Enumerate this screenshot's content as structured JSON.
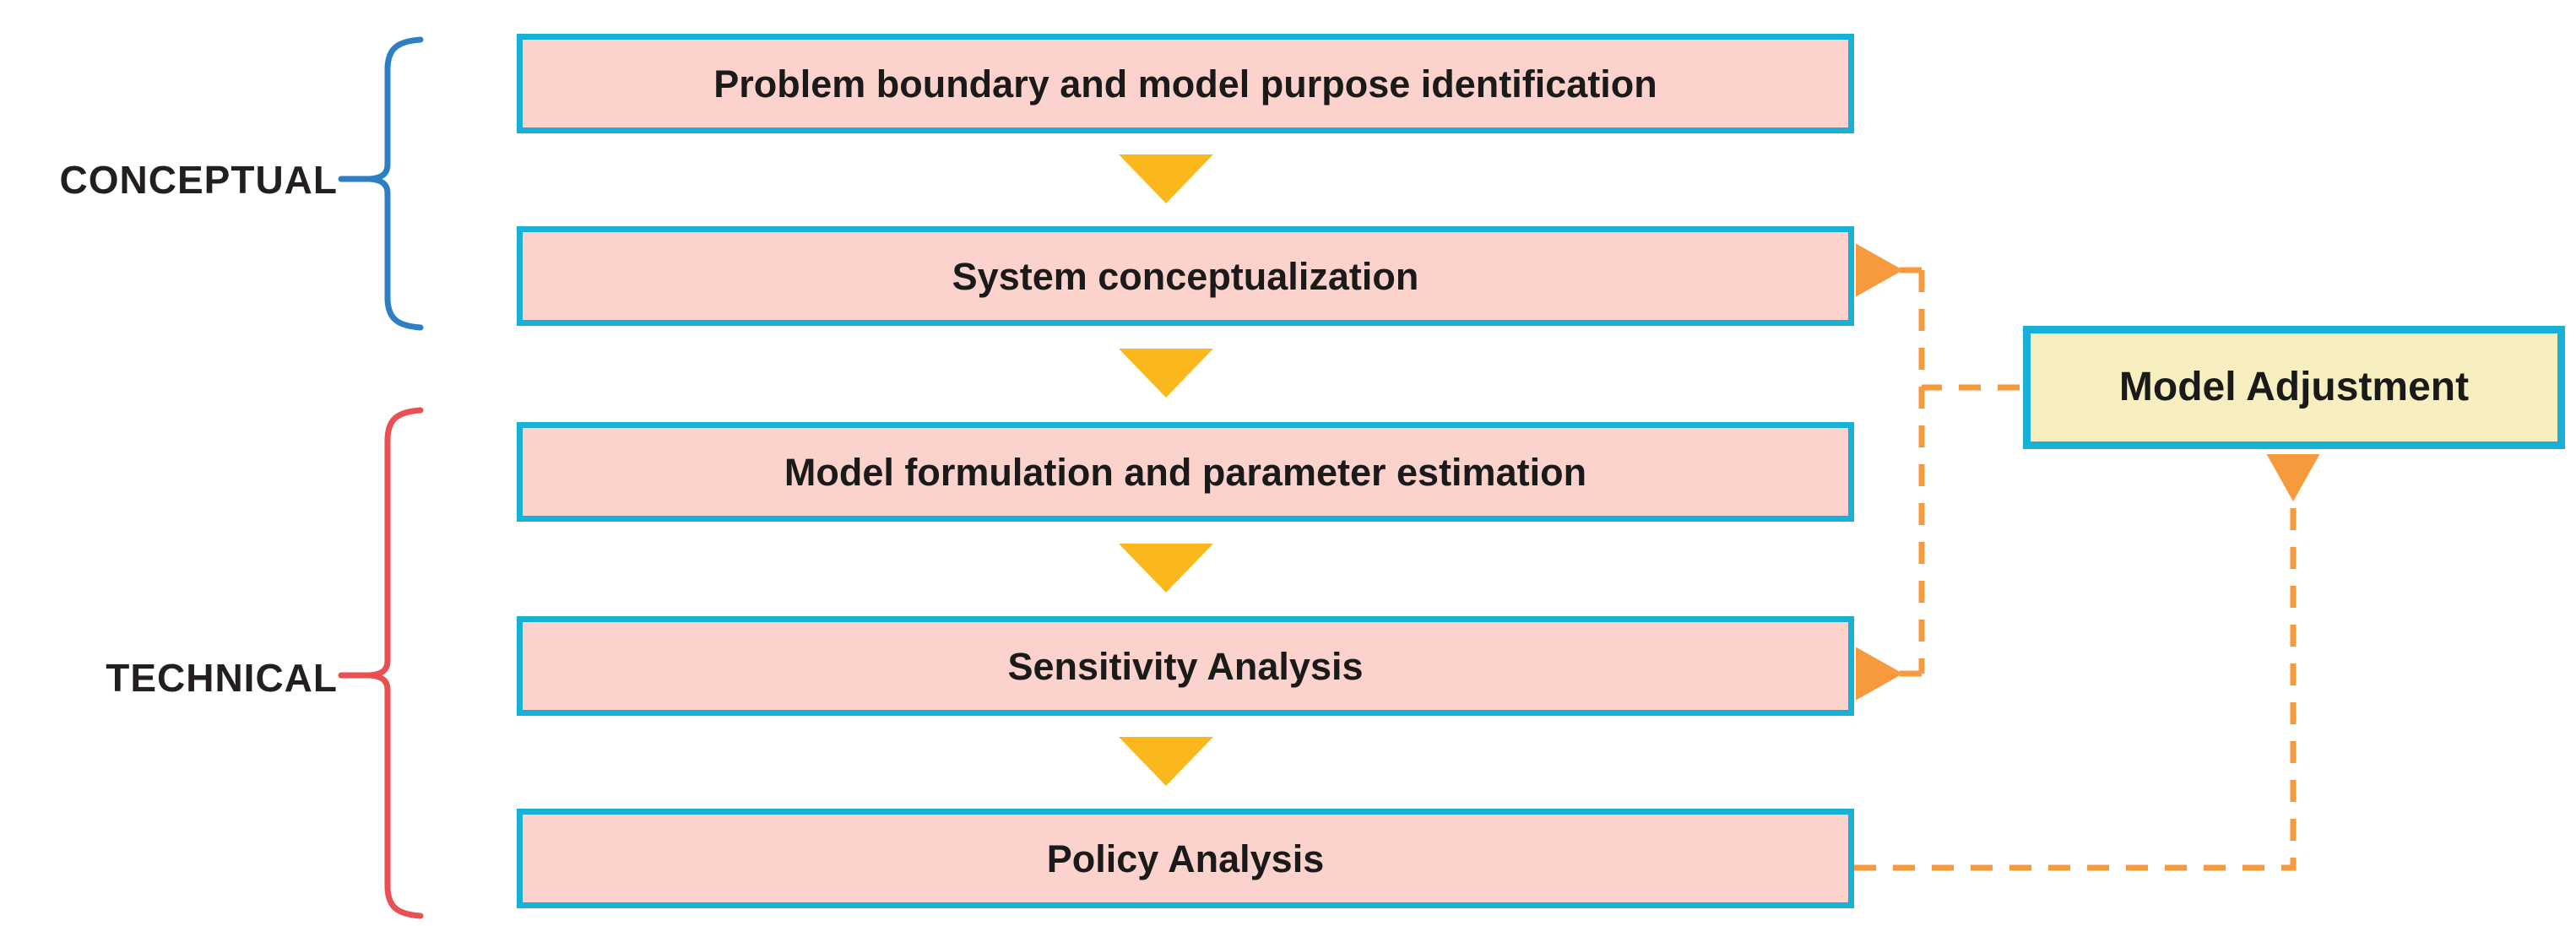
{
  "diagram": {
    "title": "System dynamics modelling process flow",
    "phases": [
      {
        "id": "conceptual",
        "label": "CONCEPTUAL",
        "brace_color": "#2e7ec4"
      },
      {
        "id": "technical",
        "label": "TECHNICAL",
        "brace_color": "#ea4f52"
      }
    ],
    "steps": [
      {
        "id": "problem-boundary",
        "label": "Problem boundary and model purpose identification",
        "phase": "conceptual"
      },
      {
        "id": "system-conceptualization",
        "label": "System conceptualization",
        "phase": "conceptual"
      },
      {
        "id": "model-formulation",
        "label": "Model formulation and parameter estimation",
        "phase": "technical"
      },
      {
        "id": "sensitivity-analysis",
        "label": "Sensitivity Analysis",
        "phase": "technical"
      },
      {
        "id": "policy-analysis",
        "label": "Policy Analysis",
        "phase": "technical"
      }
    ],
    "side_node": {
      "id": "model-adjustment",
      "label": "Model Adjustment"
    },
    "flow_arrows": [
      {
        "from": "problem-boundary",
        "to": "system-conceptualization"
      },
      {
        "from": "system-conceptualization",
        "to": "model-formulation"
      },
      {
        "from": "model-formulation",
        "to": "sensitivity-analysis"
      },
      {
        "from": "sensitivity-analysis",
        "to": "policy-analysis"
      }
    ],
    "feedback_arrows": [
      {
        "from": "model-adjustment",
        "to": "system-conceptualization",
        "style": "dashed"
      },
      {
        "from": "model-adjustment",
        "to": "model-formulation",
        "style": "dashed"
      },
      {
        "from": "sensitivity-analysis",
        "to": "model-adjustment",
        "style": "dashed"
      }
    ],
    "colors": {
      "box_fill": "#fbd3cc",
      "box_border": "#17b1d8",
      "side_node_fill": "#f8efc0",
      "flow_arrow": "#fab81c",
      "feedback_arrow": "#f79a3e",
      "conceptual_brace": "#2e7ec4",
      "technical_brace": "#ea4f52",
      "text": "#1a1a1a"
    }
  }
}
